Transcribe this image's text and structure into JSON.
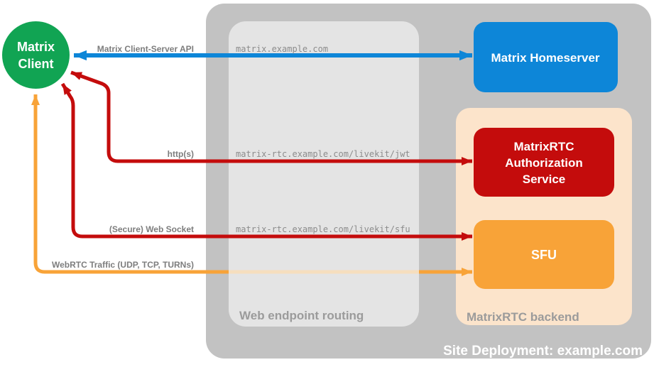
{
  "diagram": {
    "client": {
      "line1": "Matrix",
      "line2": "Client"
    },
    "homeserver": {
      "label": "Matrix Homeserver"
    },
    "auth_service": {
      "line1": "MatrixRTC",
      "line2": "Authorization",
      "line3": "Service"
    },
    "sfu": {
      "label": "SFU"
    },
    "containers": {
      "site": {
        "label": "Site Deployment: example.com"
      },
      "routing": {
        "label": "Web endpoint routing"
      },
      "backend": {
        "label": "MatrixRTC backend"
      }
    },
    "endpoints": {
      "homeserver": "matrix.example.com",
      "jwt": "matrix-rtc.example.com/livekit/jwt",
      "sfu": "matrix-rtc.example.com/livekit/sfu"
    },
    "connections": {
      "client_server_api": "Matrix Client-Server API",
      "http": "http(s)",
      "websocket": "(Secure) Web Socket",
      "webrtc": "WebRTC Traffic (UDP, TCP, TURNs)"
    },
    "colors": {
      "client_green": "#11a453",
      "homeserver_blue": "#0d86d8",
      "auth_red": "#c40c0c",
      "sfu_orange": "#f8a338",
      "orange_faded": "#f6debe",
      "backend_peach": "#fce4cb",
      "site_gray": "#c2c2c2",
      "routing_gray": "#e4e4e4",
      "label_gray": "#8c8c8c"
    }
  }
}
